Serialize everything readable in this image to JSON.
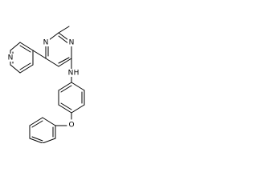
{
  "molecule": {
    "atoms": {
      "pyridine_n": "N",
      "pyrimidine_n_top": "N",
      "pyrimidine_n_bottom": "N",
      "amine_n": "N",
      "amine_h": "H",
      "ether_o": "O"
    }
  }
}
